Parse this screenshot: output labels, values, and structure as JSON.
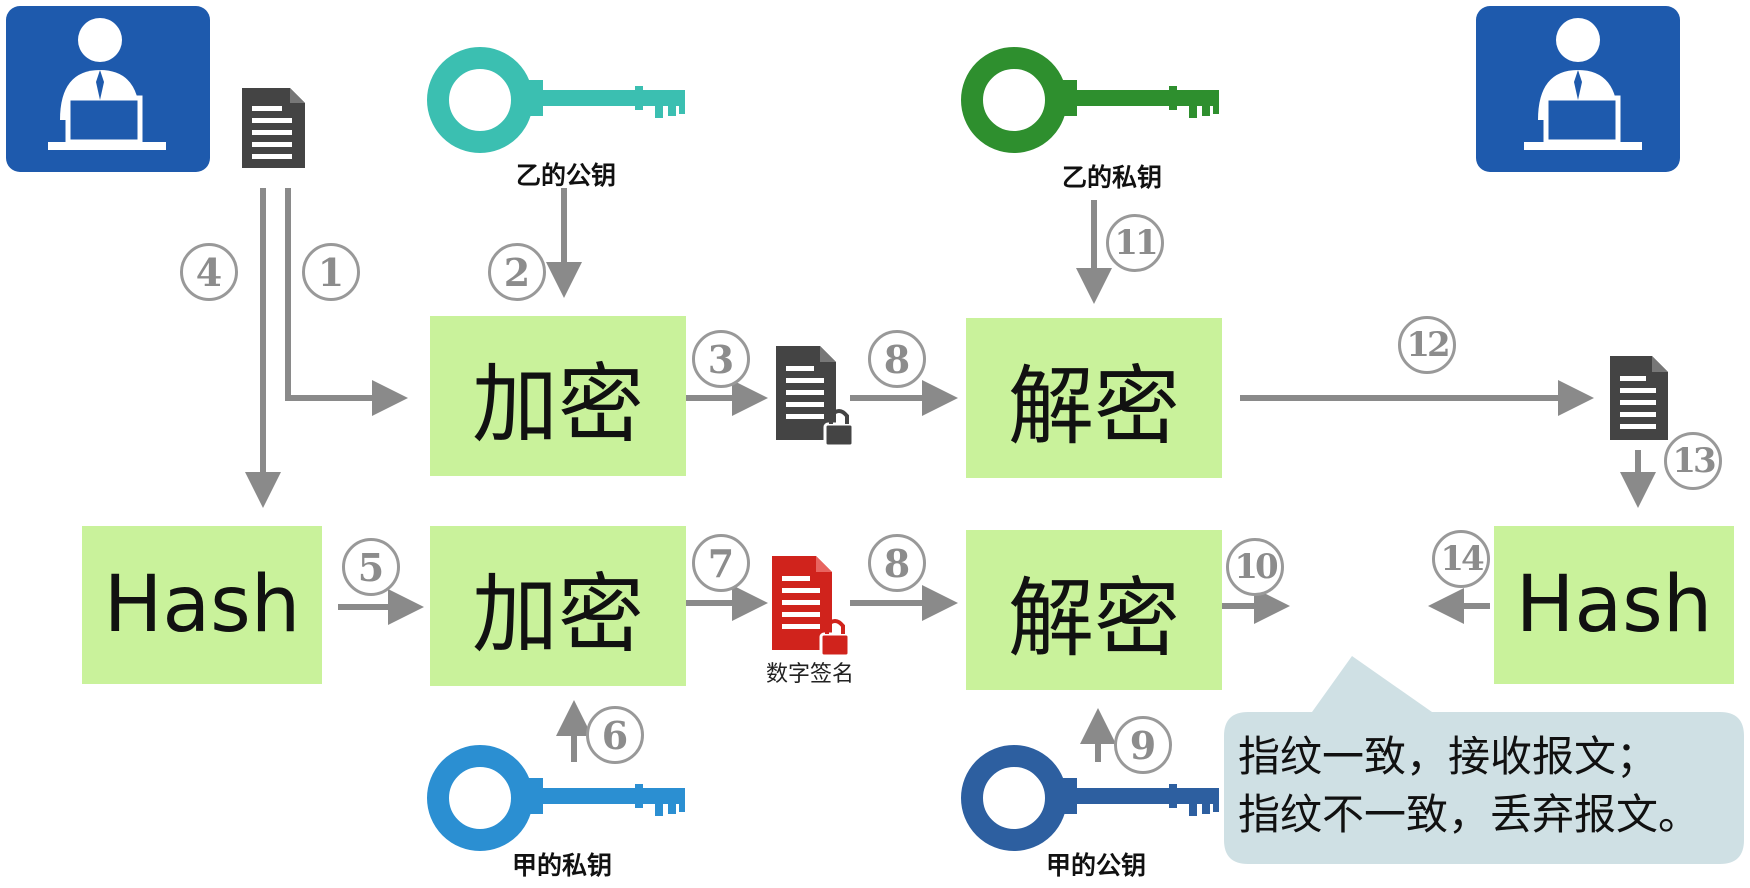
{
  "boxes": {
    "encrypt_top": "加密",
    "encrypt_bottom": "加密",
    "decrypt_top": "解密",
    "decrypt_bottom": "解密",
    "hash_left": "Hash",
    "hash_right": "Hash"
  },
  "keys": {
    "b_public": "乙的公钥",
    "b_private": "乙的私钥",
    "a_private": "甲的私钥",
    "a_public": "甲的公钥"
  },
  "steps": [
    "1",
    "2",
    "3",
    "4",
    "5",
    "6",
    "7",
    "8",
    "8",
    "9",
    "10",
    "11",
    "12",
    "13",
    "14"
  ],
  "signature_label": "数字签名",
  "callout": {
    "line1": "指纹一致，接收报文；",
    "line2": "指纹不一致，丢弃报文。"
  },
  "colors": {
    "box": "#c9f29b",
    "arrow": "#8a8a8a",
    "user_tile": "#1e5aad",
    "key_b_public": "#3bbfb1",
    "key_b_private": "#2e8f2e",
    "key_a_private": "#2b8fd2",
    "key_a_public": "#2d5fa0",
    "doc": "#444444",
    "signature_doc": "#d0231c",
    "callout_bg": "#cfe0e4"
  },
  "icons": [
    "user-icon",
    "document-icon",
    "key-icon",
    "lock-icon"
  ]
}
